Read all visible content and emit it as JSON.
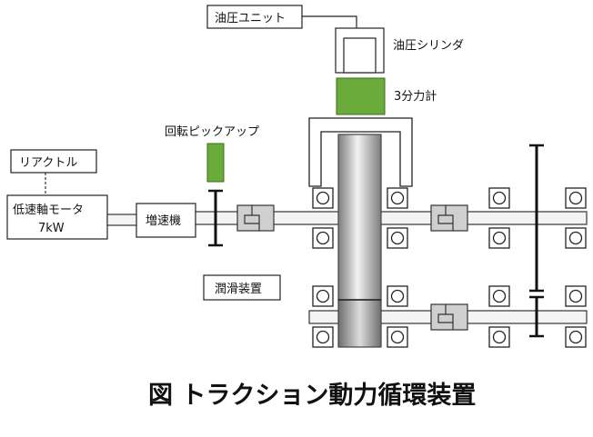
{
  "labels": {
    "hydraulic_unit": "油圧ユニット",
    "hydraulic_cylinder": "油圧シリンダ",
    "force_meter": "3分力計",
    "rotation_pickup": "回転ピックアップ",
    "reactor": "リアクトル",
    "motor_line1": "低速軸モータ",
    "motor_line2": "7kW",
    "gearbox": "増速機",
    "lubrication": "潤滑装置"
  },
  "caption": "図 トラクション動力循環装置",
  "colors": {
    "green": "#6aab3c",
    "line": "#111111",
    "shaft_fill": "#f4f4f4",
    "coupling_fill": "#cfcfcf",
    "roller_light": "#e8e8e8",
    "roller_dark": "#8c8c8c"
  }
}
